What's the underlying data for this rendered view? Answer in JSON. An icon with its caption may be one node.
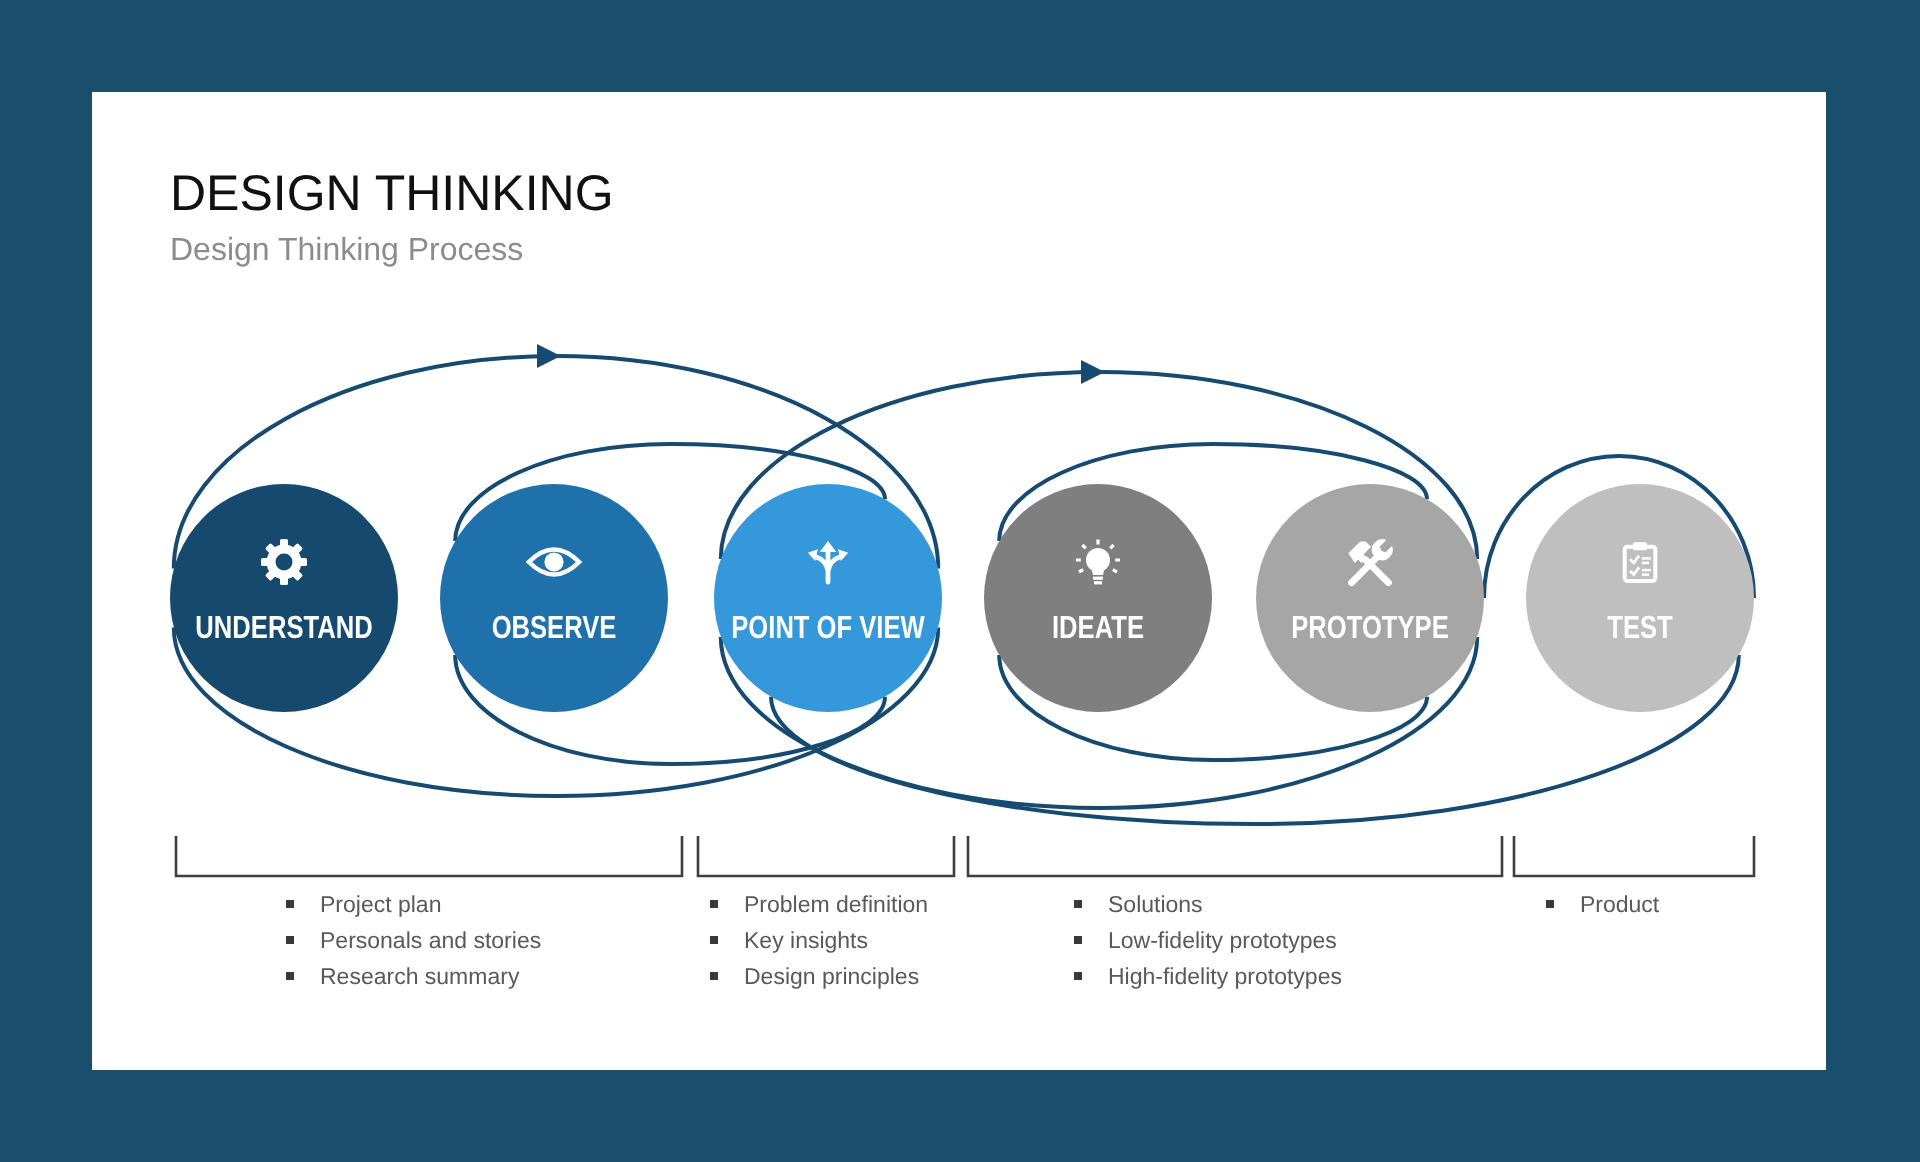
{
  "diagram": {
    "title": "DESIGN THINKING",
    "nodes": [
      {
        "text": [
          "UNDERSTAND"
        ]
      },
      {
        "text": [
          "OBSERVE"
        ]
      },
      {
        "text": [
          "POINT OF VIEW"
        ]
      },
      {
        "text": [
          "IDEATE"
        ]
      },
      {
        "text": [
          "PROTOTYPE"
        ]
      },
      {
        "text": [
          "TEST"
        ]
      }
    ],
    "edges": [
      {
        "from": 0,
        "to": null,
        "arrow": "to"
      },
      {
        "from": null,
        "to": 2,
        "arrow": "none"
      },
      {
        "from": 2,
        "to": 0,
        "arrow": "none"
      },
      {
        "from": 1,
        "to": 2,
        "arrow": "none"
      },
      {
        "from": 2,
        "to": 1,
        "arrow": "none"
      },
      {
        "from": 2,
        "to": null,
        "arrow": "to"
      },
      {
        "from": null,
        "to": 4,
        "arrow": "none"
      },
      {
        "from": 4,
        "to": 2,
        "arrow": "none"
      },
      {
        "from": 3,
        "to": 4,
        "arrow": "none"
      },
      {
        "from": 4,
        "to": 3,
        "arrow": "none"
      },
      {
        "from": 4,
        "to": 5,
        "arrow": "none"
      },
      {
        "from": 5,
        "to": 2,
        "arrow": "none"
      }
    ],
    "labels": [
      "Design Thinking Process",
      "Project plan",
      "Personals and stories",
      "Research summary",
      "Problem definition",
      "Key insights",
      "Design principles",
      "Solutions",
      "Low-fidelity prototypes",
      "High-fidelity prototypes",
      "Product"
    ]
  }
}
